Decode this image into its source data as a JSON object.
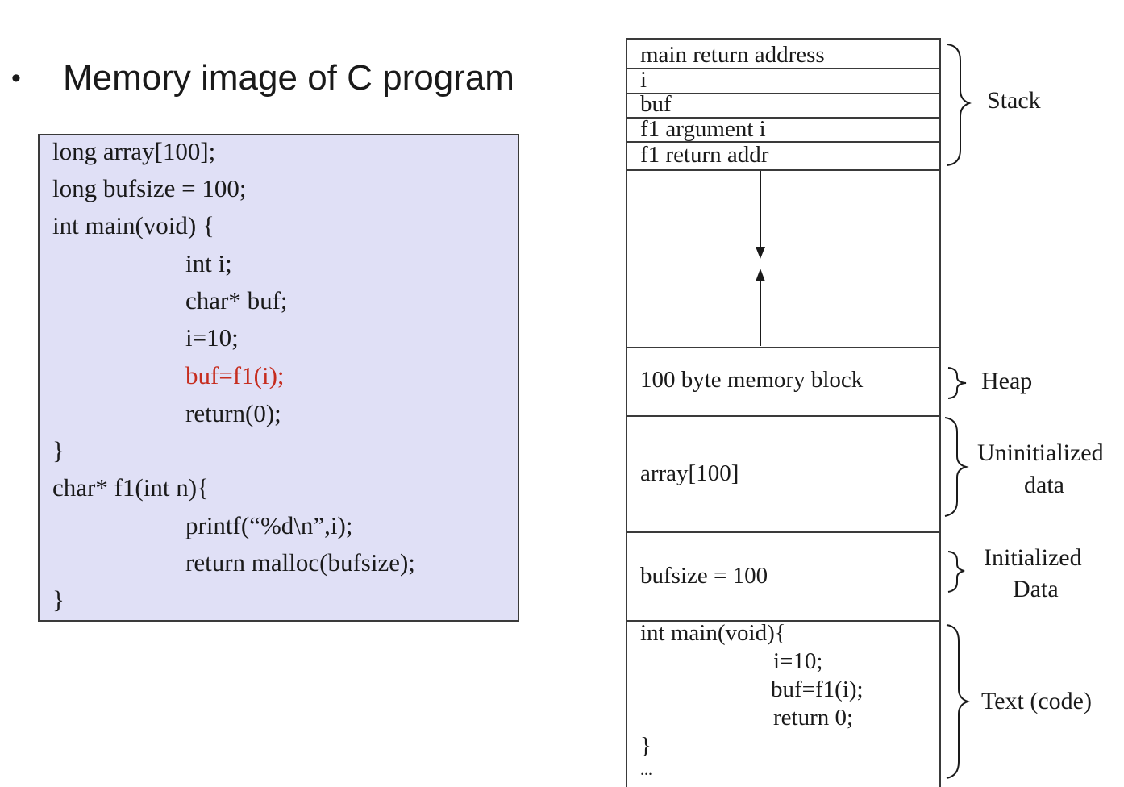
{
  "slide": {
    "bullet": "•",
    "title": "Memory image of C program"
  },
  "source_code": {
    "lines": [
      "long array[100];",
      "long bufsize = 100;",
      "int main(void) {",
      "int i;",
      "char* buf;",
      "i=10;",
      "buf=f1(i);",
      "return(0);",
      "}",
      "char* f1(int n){",
      "printf(“%d\\n”,i);",
      "return malloc(bufsize);",
      "}"
    ],
    "highlight_color": "#c62d1f",
    "box_color": "#e0e0f6"
  },
  "memory": {
    "stack_rows": [
      "main return address",
      "i",
      "buf",
      "f1 argument i",
      "f1 return addr"
    ],
    "heap_text": "100 byte memory block",
    "uninit_text": "array[100]",
    "init_text": "bufsize = 100",
    "text_lines": [
      "int main(void){",
      "i=10;",
      "buf=f1(i);",
      "return 0;",
      "}",
      "..."
    ]
  },
  "segments": {
    "stack": "Stack",
    "heap": "Heap",
    "uninit_line1": "Uninitialized",
    "uninit_line2": "data",
    "init_line1": "Initialized",
    "init_line2": "Data",
    "text": "Text (code)"
  }
}
